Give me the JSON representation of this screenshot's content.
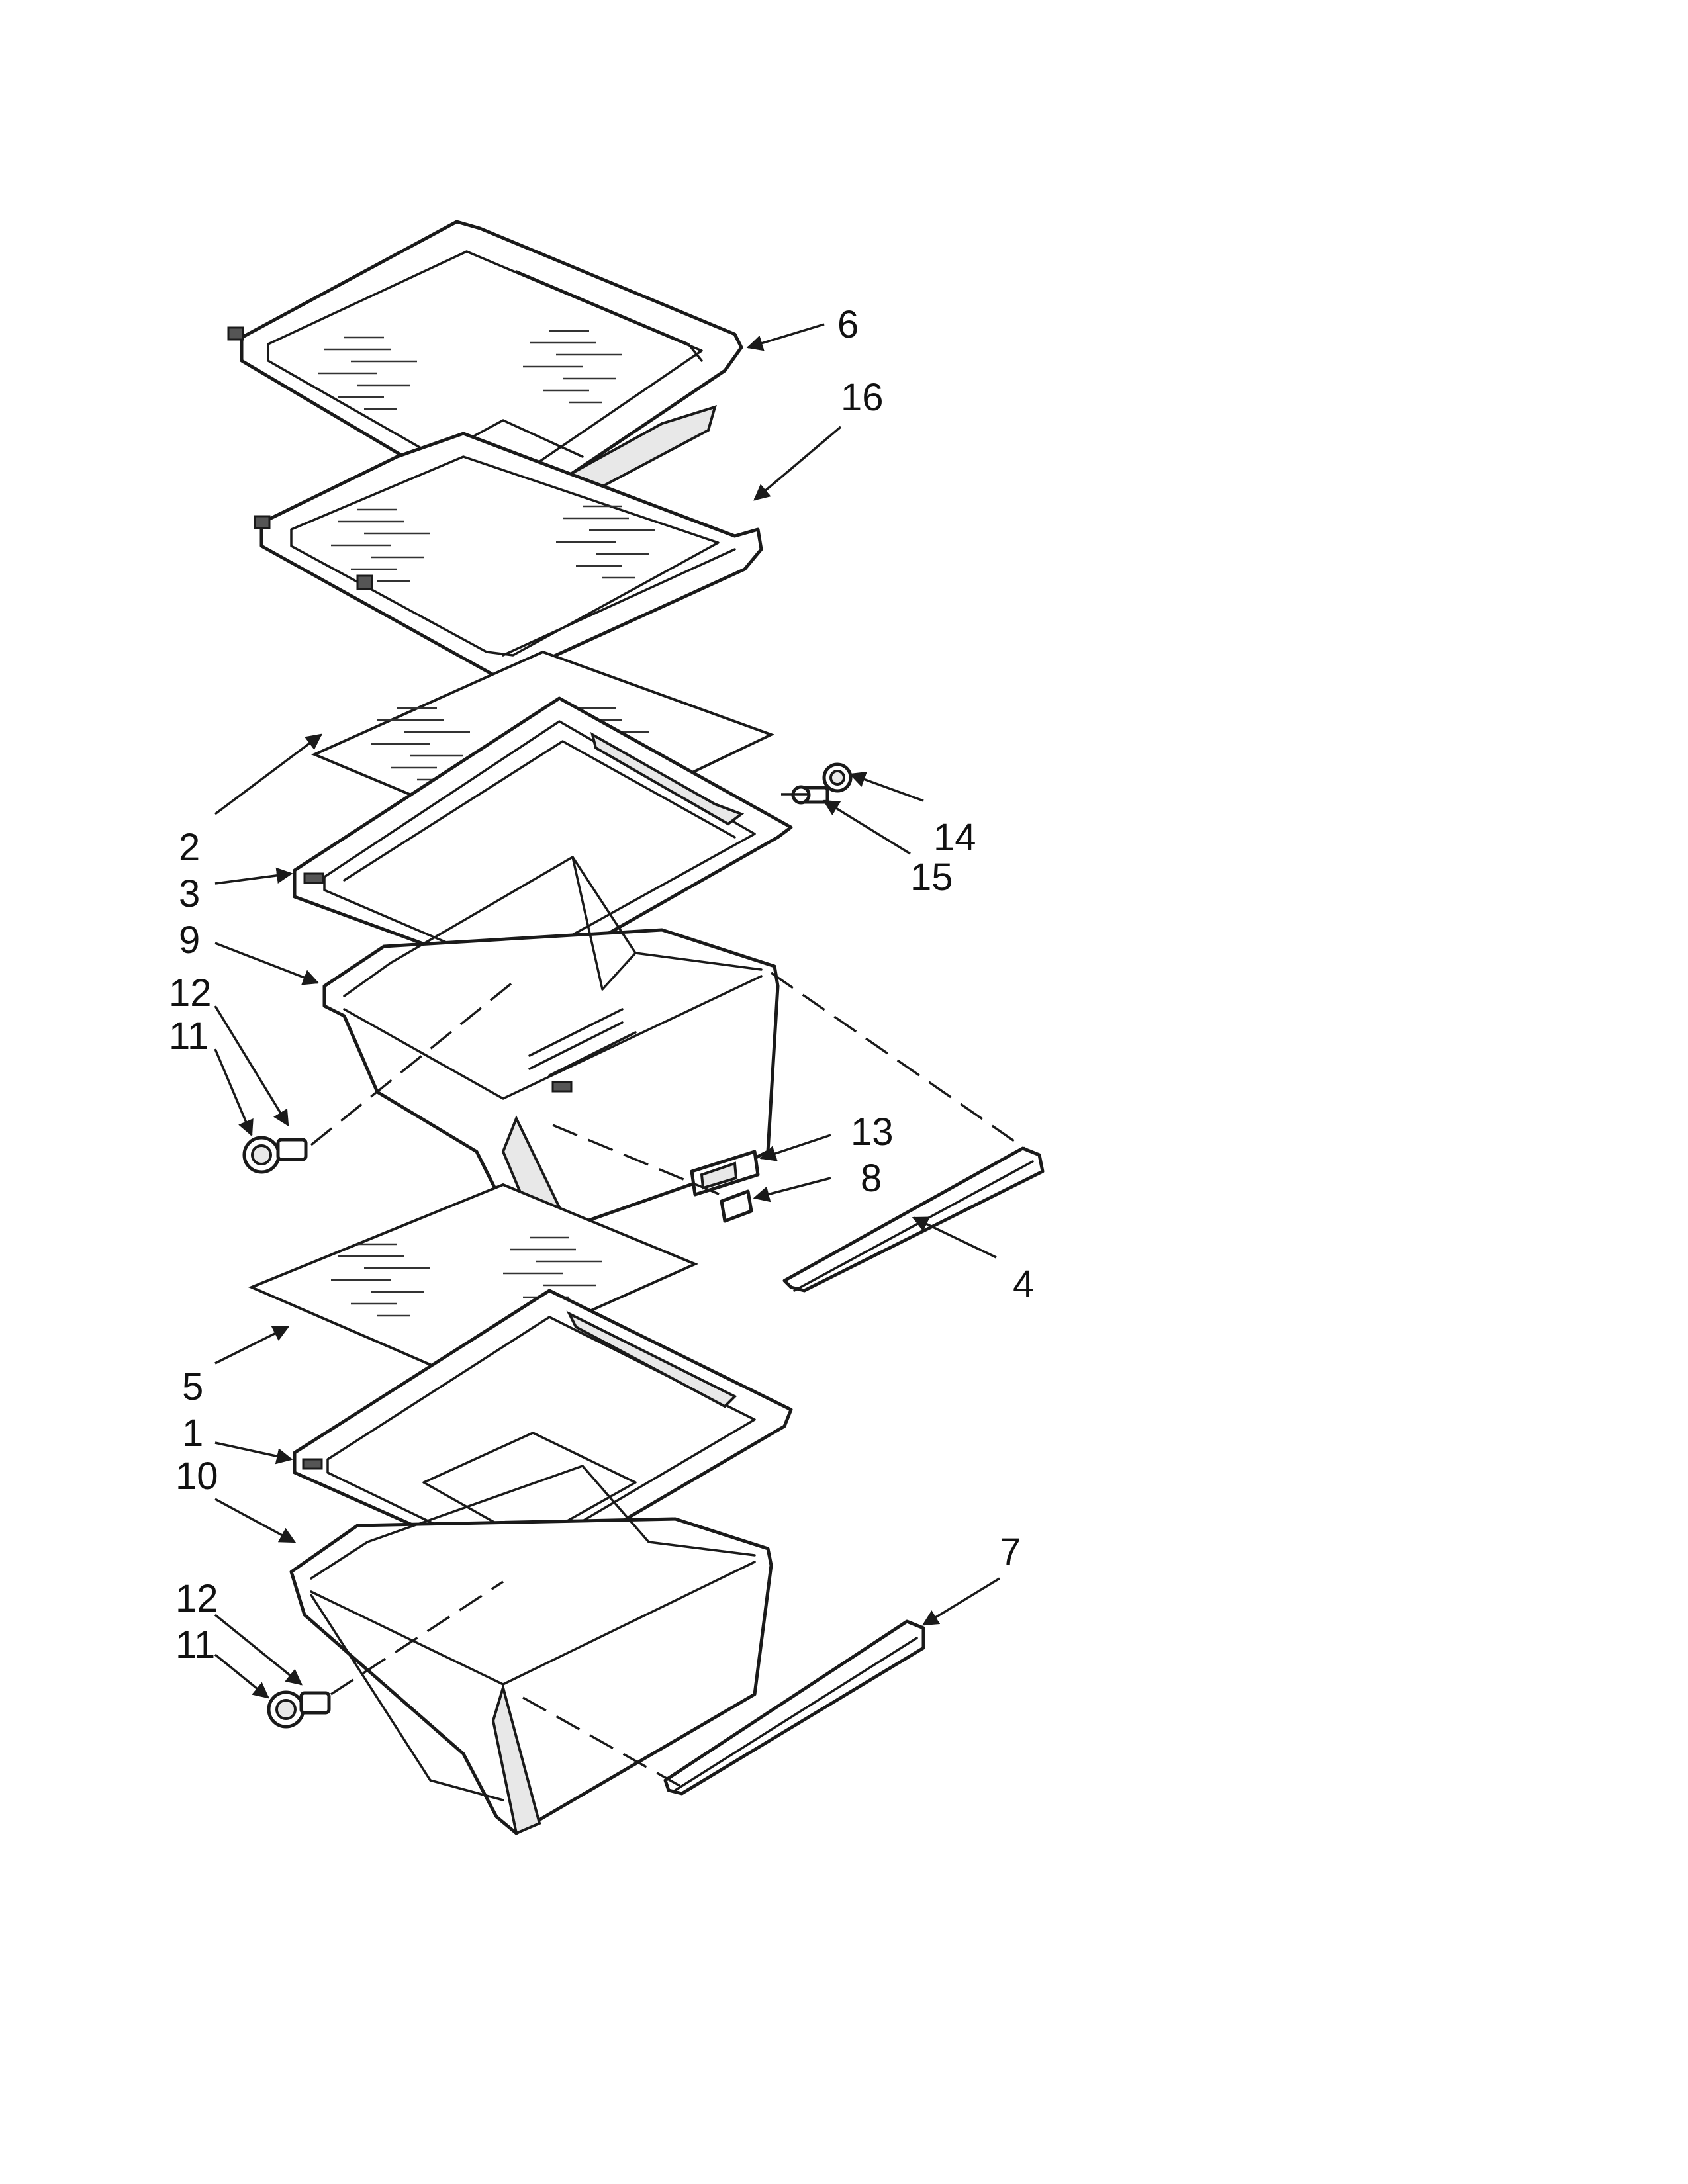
{
  "callouts": {
    "c1": "1",
    "c2": "2",
    "c3": "3",
    "c4": "4",
    "c5": "5",
    "c6": "6",
    "c7": "7",
    "c8": "8",
    "c9": "9",
    "c10": "10",
    "c11a": "11",
    "c11b": "11",
    "c12a": "12",
    "c12b": "12",
    "c13": "13",
    "c14": "14",
    "c15": "15",
    "c16": "16"
  }
}
